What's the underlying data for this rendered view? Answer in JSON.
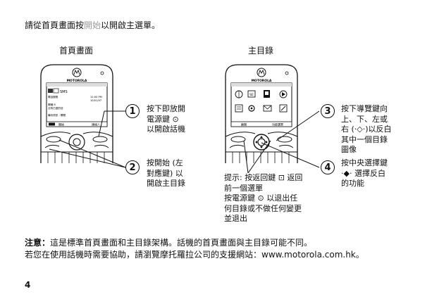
{
  "intro": {
    "prefix": "請從首頁畫面按",
    "highlight": "開始",
    "suffix": "以開啟主選單。"
  },
  "headings": {
    "home": "首頁畫面",
    "main_menu": "主目錄"
  },
  "phone_home": {
    "brand": "MOTOROLA",
    "line1": "電話服務",
    "time": "12:00 PM",
    "date": "10/01/07",
    "line2": "鬧鐘 8",
    "line3": "沒有已讀的信",
    "line4": "備份資訊 : 關閉",
    "softkey_left": "開始",
    "softkey_right": "連絡人",
    "screen_icon1": "SMS",
    "screen_icon2": "icons"
  },
  "phone_menu": {
    "brand": "MOTOROLA",
    "softkey_left": "離開",
    "softkey_right": "功能選單",
    "icons": [
      "globe-icon",
      "messaging-icon",
      "contacts-icon",
      "media-icon",
      "office-icon",
      "settings-icon",
      "email-icon",
      "tools-icon"
    ]
  },
  "callouts": {
    "c1": {
      "num": "1",
      "lines": [
        "按下即放開",
        "電源鍵 ⊙",
        "以開啟話機"
      ]
    },
    "c2": {
      "num": "2",
      "lines": [
        "按開始 (左",
        "對應鍵) 以",
        "開啟主目錄"
      ]
    },
    "c3": {
      "num": "3",
      "lines": [
        "按下導覽鍵向",
        "上、下、左或",
        "右 (·◇·)以反白",
        "其中一個目錄",
        "圖像"
      ]
    },
    "c4": {
      "num": "4",
      "lines": [
        "按中央選擇鍵",
        "·◆· 選擇反白",
        "的功能"
      ]
    }
  },
  "tip": {
    "lines": [
      "提示: 按返回鍵 ⊡ 返回",
      "前一個選單",
      "按電源鍵 ⊙ 以退出任",
      "何目錄或不做任何變更",
      "並退出"
    ]
  },
  "note": {
    "label": "注意：",
    "text": "這是標準首頁畫面和主目錄架構。話機的首頁畫面與主目錄可能不同。"
  },
  "help": {
    "text": "若您在使用話機時需要協助，請瀏覽摩托羅拉公司的支援網站：www.motorola.com.hk。"
  },
  "page_number": "4"
}
